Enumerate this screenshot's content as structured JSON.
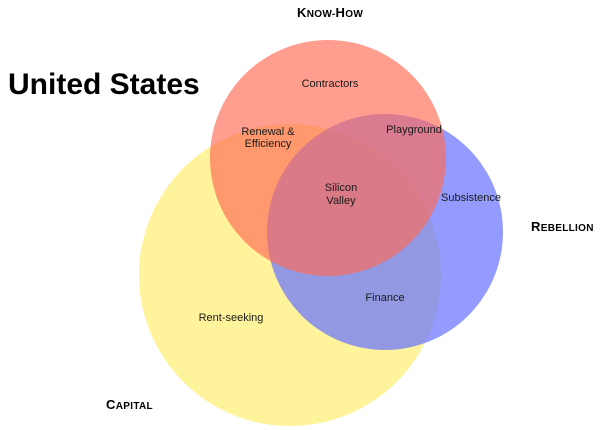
{
  "title": "United States",
  "sets": {
    "knowhow": {
      "label": "Know-how",
      "color": "#ff7b6b"
    },
    "rebellion": {
      "label": "Rebellion",
      "color": "#8a92ff"
    },
    "capital": {
      "label": "Capital",
      "color": "#ffef7a"
    }
  },
  "regions": {
    "contractors": "Contractors",
    "renewal_line1": "Renewal &",
    "renewal_line2": "Efficiency",
    "playground": "Playground",
    "silicon_line1": "Silicon",
    "silicon_line2": "Valley",
    "subsistence": "Subsistence",
    "finance": "Finance",
    "rent_seeking": "Rent-seeking"
  }
}
